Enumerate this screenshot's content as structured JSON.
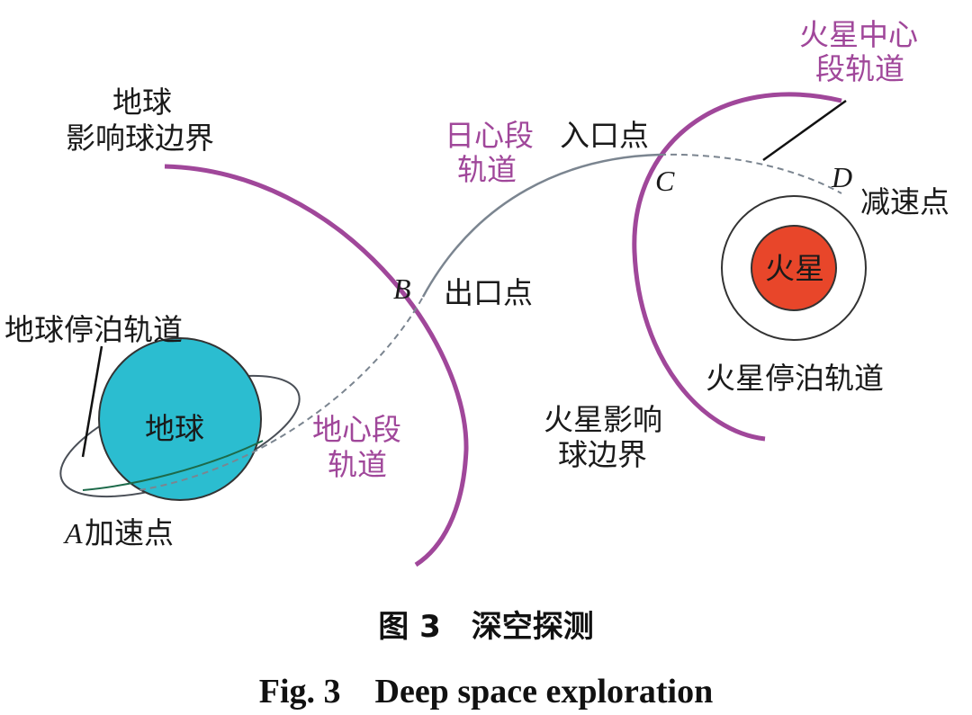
{
  "labels": {
    "earth_soi_line1": "地球",
    "earth_soi_line2": "影响球边界",
    "heliocentric_line1": "日心段",
    "heliocentric_line2": "轨道",
    "entry_point": "入口点",
    "mars_centric_line1": "火星中心",
    "mars_centric_line2": "段轨道",
    "point_c": "C",
    "point_d": "D",
    "decel_point": "减速点",
    "mars": "火星",
    "point_b": "B",
    "exit_point": "出口点",
    "earth_parking": "地球停泊轨道",
    "mars_parking": "火星停泊轨道",
    "earth": "地球",
    "geocentric_line1": "地心段",
    "geocentric_line2": "轨道",
    "mars_soi_line1": "火星影响",
    "mars_soi_line2": "球边界",
    "point_a": "A",
    "accel_point": "加速点"
  },
  "caption": {
    "chinese": "图 3　深空探测",
    "english": "Fig. 3　Deep space exploration"
  },
  "colors": {
    "boundary_arc": "#a0479a",
    "earth_fill": "#2bbdd0",
    "mars_fill": "#e8462a",
    "orbit_line": "#7b8590"
  }
}
